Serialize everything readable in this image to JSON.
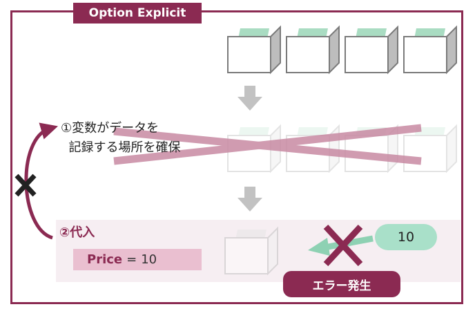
{
  "title": "Option Explicit",
  "step1": {
    "line1": "①変数がデータを",
    "line2": "記録する場所を確保"
  },
  "step2": {
    "label": "②代入"
  },
  "code": {
    "keyword": "Price",
    "operator": "=",
    "value": "10"
  },
  "value_pill": "10",
  "error_label": "エラー発生",
  "colors": {
    "brand": "#8b2a52",
    "paper": "#a9dcc2",
    "cross": "#c88aa3",
    "arrow": "#c2c2c2",
    "error_arrow": "#8ed1b3"
  }
}
